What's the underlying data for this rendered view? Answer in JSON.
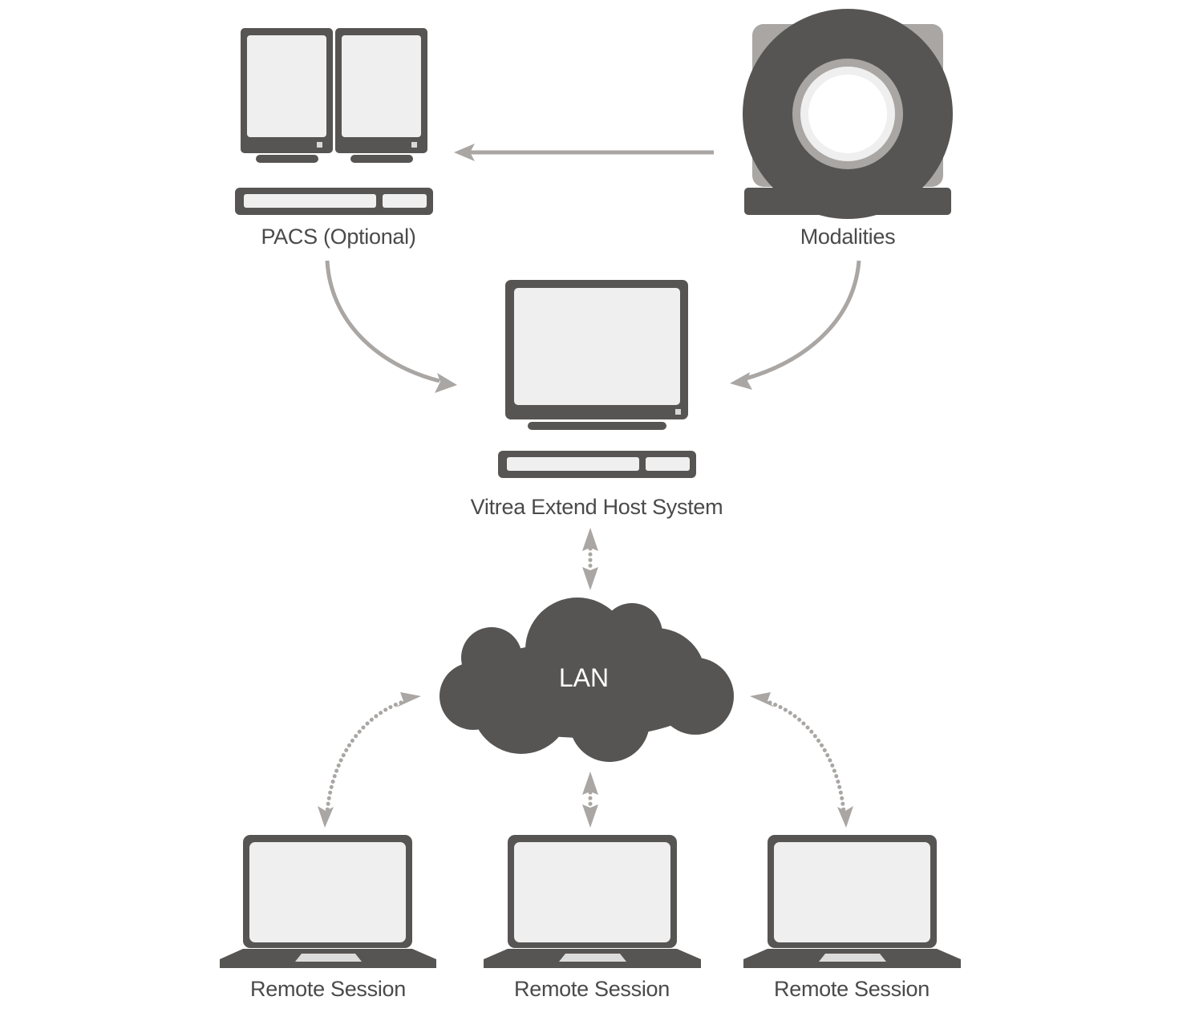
{
  "diagram": {
    "nodes": {
      "pacs": {
        "label": "PACS (Optional)",
        "icon": "dual-monitor-workstation-icon"
      },
      "modalities": {
        "label": "Modalities",
        "icon": "ct-scanner-icon"
      },
      "host": {
        "label": "Vitrea Extend Host System",
        "icon": "desktop-workstation-icon"
      },
      "lan": {
        "label": "LAN",
        "icon": "cloud-icon"
      },
      "remote_sessions": [
        {
          "label": "Remote Session",
          "icon": "laptop-icon"
        },
        {
          "label": "Remote Session",
          "icon": "laptop-icon"
        },
        {
          "label": "Remote Session",
          "icon": "laptop-icon"
        }
      ]
    },
    "edges": [
      {
        "from": "modalities",
        "to": "pacs",
        "style": "solid",
        "direction": "one-way"
      },
      {
        "from": "pacs",
        "to": "host",
        "style": "solid",
        "direction": "one-way"
      },
      {
        "from": "modalities",
        "to": "host",
        "style": "solid",
        "direction": "one-way"
      },
      {
        "from": "host",
        "to": "lan",
        "style": "dotted",
        "direction": "two-way"
      },
      {
        "from": "lan",
        "to": "remote_session_1",
        "style": "dotted",
        "direction": "two-way"
      },
      {
        "from": "lan",
        "to": "remote_session_2",
        "style": "dotted",
        "direction": "two-way"
      },
      {
        "from": "lan",
        "to": "remote_session_3",
        "style": "dotted",
        "direction": "two-way"
      }
    ],
    "colors": {
      "icon_dark": "#575553",
      "screen_light": "#efefef",
      "arrow_gray": "#a9a6a3",
      "label_text": "#4a4a4a",
      "scanner_accent": "#a9a6a3"
    }
  }
}
